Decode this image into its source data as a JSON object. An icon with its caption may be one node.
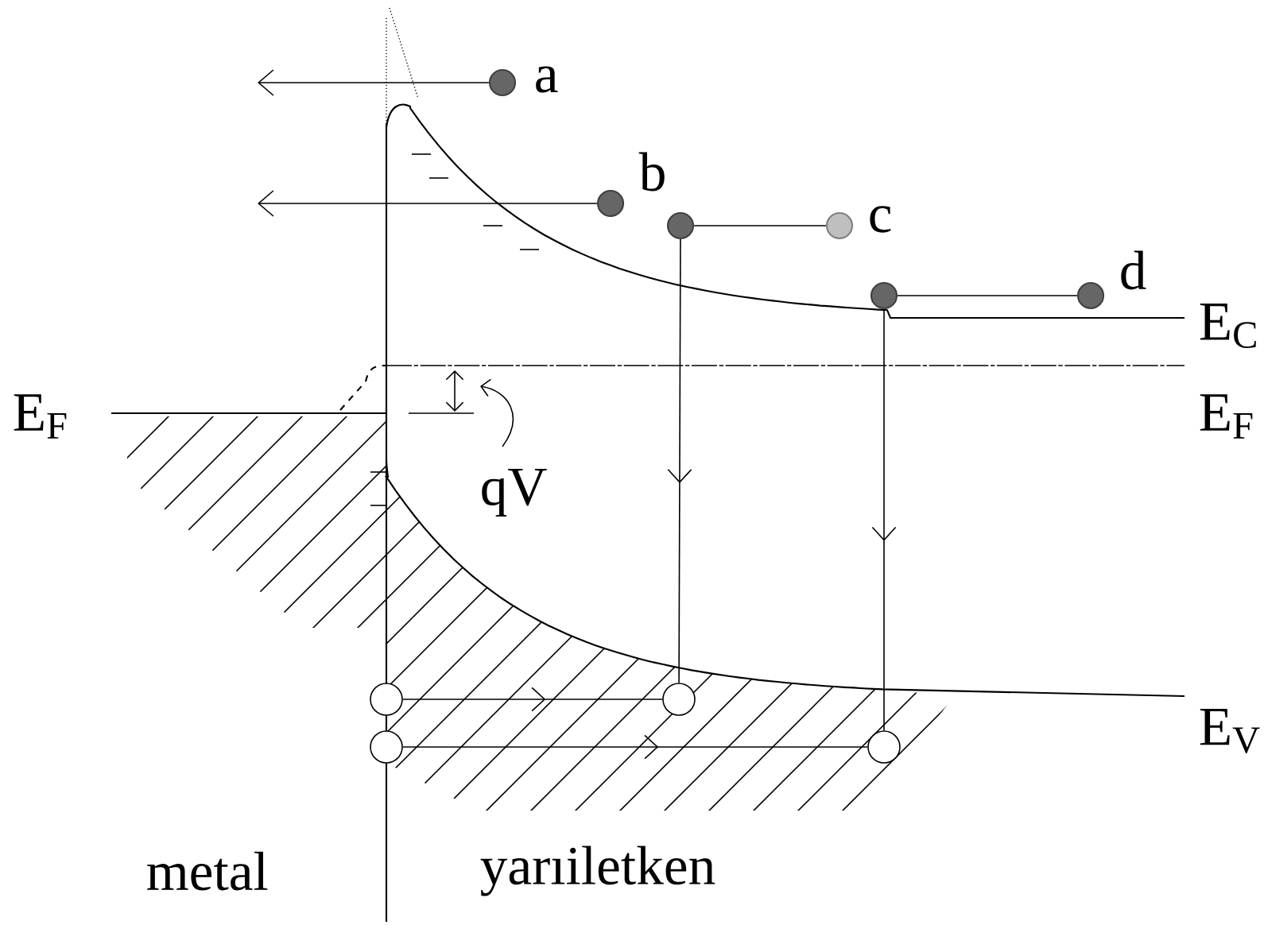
{
  "diagram": {
    "nodes": [
      {
        "text": [],
        "shape": "circle",
        "beside": [
          "a"
        ]
      },
      {
        "text": [],
        "shape": "circle",
        "beside": [
          "b"
        ]
      },
      {
        "text": [],
        "shape": "circle"
      },
      {
        "text": [],
        "shape": "circle",
        "beside": [
          "c"
        ]
      },
      {
        "text": [],
        "shape": "circle"
      },
      {
        "text": [],
        "shape": "circle",
        "beside": [
          "d"
        ]
      },
      {
        "text": [],
        "shape": "circle"
      },
      {
        "text": [],
        "shape": "circle"
      },
      {
        "text": [],
        "shape": "circle"
      },
      {
        "text": [],
        "shape": "circle"
      }
    ],
    "edges": [
      {
        "from": 0,
        "to": null,
        "arrow": "to"
      },
      {
        "from": 1,
        "to": null,
        "arrow": "to"
      },
      {
        "from": 2,
        "to": 3,
        "arrow": "none"
      },
      {
        "from": 4,
        "to": 5,
        "arrow": "none"
      },
      {
        "from": 2,
        "to": 7,
        "arrow": "to"
      },
      {
        "from": 4,
        "to": 9,
        "arrow": "to"
      },
      {
        "from": 6,
        "to": 7,
        "arrow": "to"
      },
      {
        "from": 8,
        "to": 9,
        "arrow": "to"
      }
    ],
    "labels": [
      "E$_{C}$",
      "E$_{F}$",
      "E$_{F}$",
      "qV",
      "E$_{V}$",
      "metal",
      "yarıiletken"
    ]
  }
}
